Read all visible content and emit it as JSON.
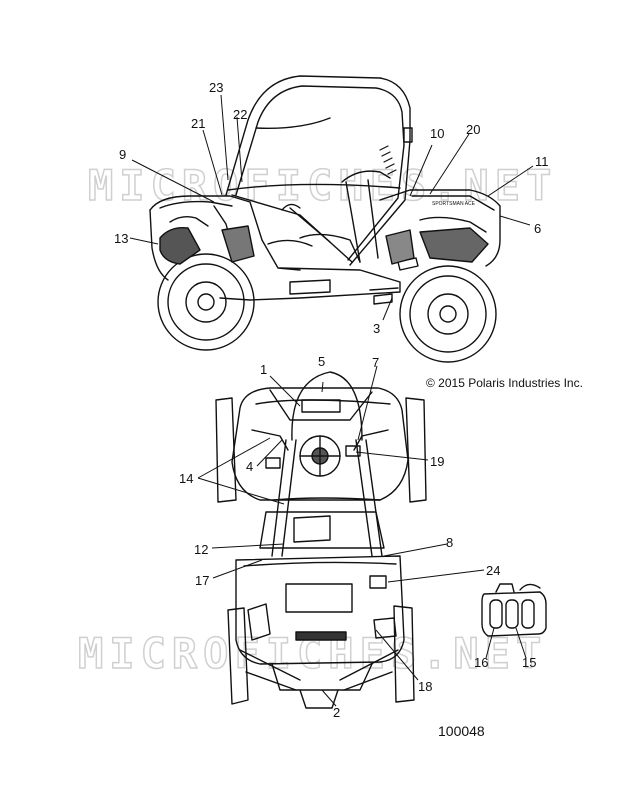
{
  "watermark": "MICROFICHES.NET",
  "copyright": "© 2015 Polaris Industries Inc.",
  "part_number": "100048",
  "decal_text": "SPORTSMAN ACE",
  "callouts": [
    "1",
    "2",
    "3",
    "4",
    "5",
    "6",
    "7",
    "8",
    "9",
    "10",
    "11",
    "12",
    "13",
    "14",
    "15",
    "16",
    "17",
    "18",
    "19",
    "20",
    "21",
    "22",
    "23",
    "24"
  ]
}
